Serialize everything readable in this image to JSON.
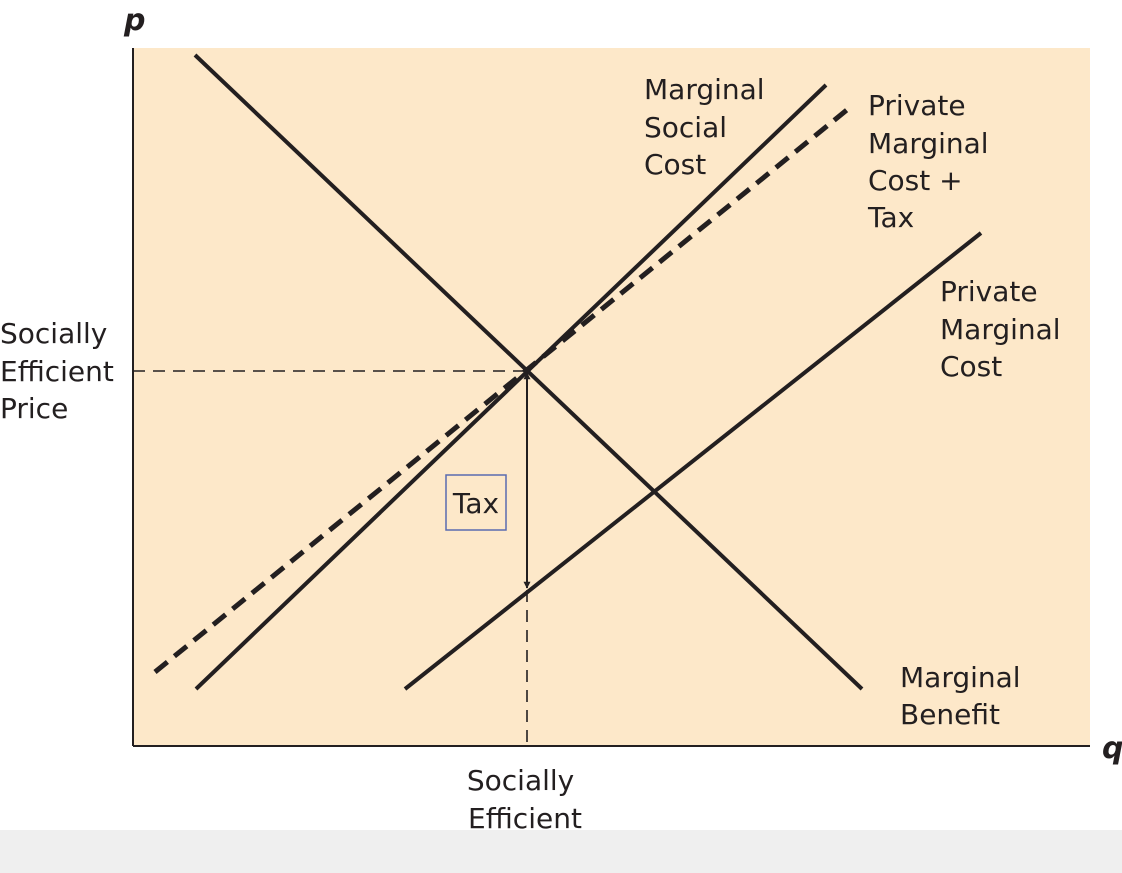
{
  "axes": {
    "y_label": "p",
    "x_label": "q"
  },
  "curves": {
    "marginal_social_cost": [
      "Marginal",
      "Social",
      "Cost"
    ],
    "private_marginal_cost_tax": [
      "Private",
      "Marginal",
      "Cost +",
      "Tax"
    ],
    "private_marginal_cost": [
      "Private",
      "Marginal",
      "Cost"
    ],
    "marginal_benefit": [
      "Marginal",
      "Benefit"
    ]
  },
  "annotations": {
    "socially_efficient_price": [
      "Socially",
      "Efficient",
      "Price"
    ],
    "socially_efficient_quantity": [
      "Socially",
      "Efficient"
    ],
    "tax": "Tax"
  },
  "colors": {
    "plot_background": "#fde8c9",
    "line": "#231f20",
    "tax_box_border": "#5a6ab0",
    "bottom_bar": "#efefef"
  }
}
